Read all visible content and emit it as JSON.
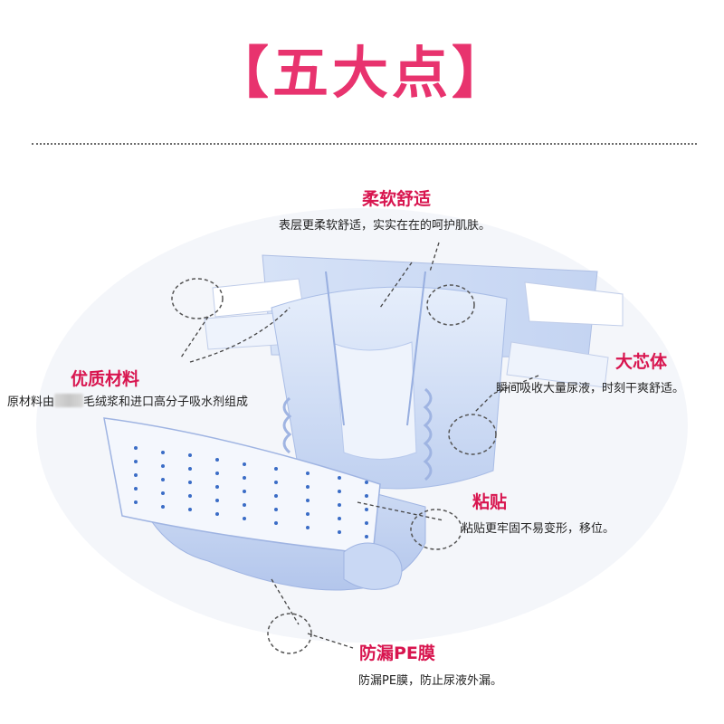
{
  "header": {
    "title": "【五大点】"
  },
  "features": {
    "soft": {
      "title": "柔软舒适",
      "desc": "表层更柔软舒适，实实在在的呵护肌肤。"
    },
    "material": {
      "title": "优质材料",
      "desc_prefix": "原材料由",
      "desc_suffix": "毛绒浆和进口高分子吸水剂组成"
    },
    "core": {
      "title": "大芯体",
      "desc": "瞬间吸收大量尿液，时刻干爽舒适。"
    },
    "tape": {
      "title": "粘贴",
      "desc": "粘贴更牢固不易变形，移位。"
    },
    "pe": {
      "title": "防漏PE膜",
      "desc": "防漏PE膜，防止尿液外漏。"
    }
  },
  "colors": {
    "accent": "#e8336e",
    "feature_title": "#d8154f",
    "diaper_blue": "#b9cbef",
    "dots": "#3a6cc6"
  }
}
